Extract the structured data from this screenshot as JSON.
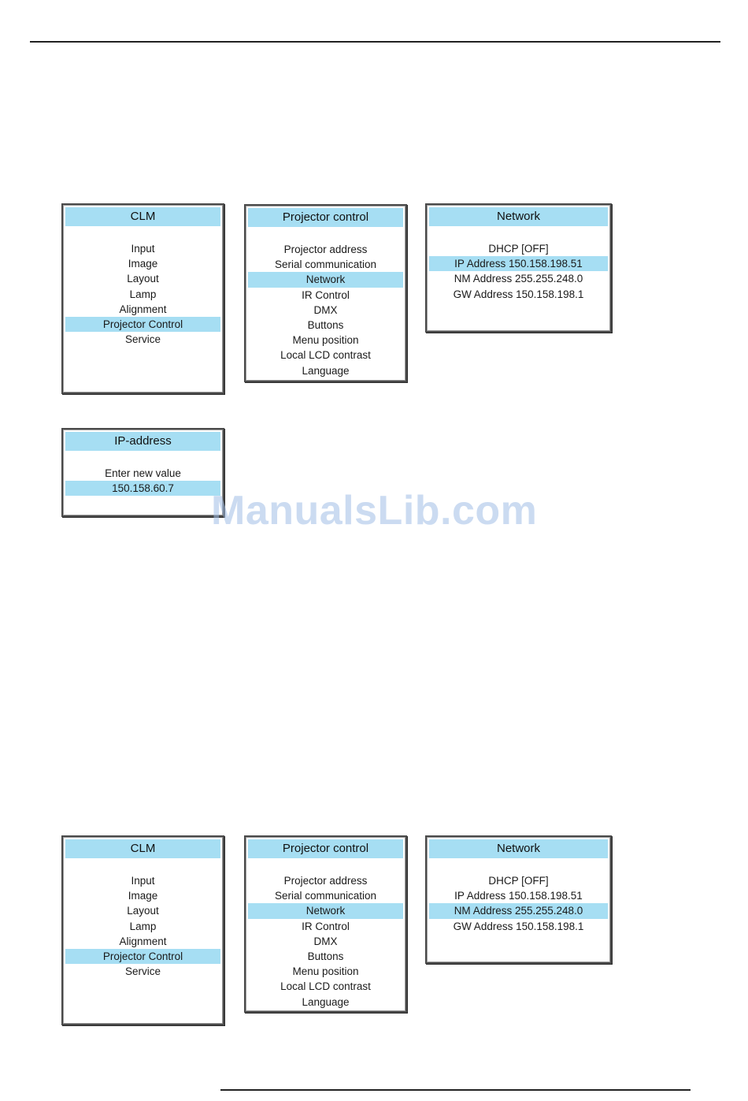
{
  "watermark": "ManualsLib.com",
  "menus": {
    "clm1": {
      "title": "CLM",
      "items": [
        "Input",
        "Image",
        "Layout",
        "Lamp",
        "Alignment",
        "Projector Control",
        "Service"
      ],
      "selected": "Projector Control"
    },
    "pc1": {
      "title": "Projector control",
      "items": [
        "Projector address",
        "Serial communication",
        "Network",
        "IR Control",
        "DMX",
        "Buttons",
        "Menu position",
        "Local LCD contrast",
        "Language"
      ],
      "selected": "Network"
    },
    "net1": {
      "title": "Network",
      "items": [
        "DHCP [OFF]",
        "IP Address 150.158.198.51",
        "NM Address 255.255.248.0",
        "GW Address 150.158.198.1"
      ],
      "selected": "IP Address 150.158.198.51"
    },
    "ip": {
      "title": "IP-address",
      "items": [
        "Enter new value",
        "150.158.60.7"
      ],
      "selected": "150.158.60.7"
    },
    "clm2": {
      "title": "CLM",
      "items": [
        "Input",
        "Image",
        "Layout",
        "Lamp",
        "Alignment",
        "Projector Control",
        "Service"
      ],
      "selected": "Projector Control"
    },
    "pc2": {
      "title": "Projector control",
      "items": [
        "Projector address",
        "Serial communication",
        "Network",
        "IR Control",
        "DMX",
        "Buttons",
        "Menu position",
        "Local LCD contrast",
        "Language"
      ],
      "selected": "Network"
    },
    "net2": {
      "title": "Network",
      "items": [
        "DHCP [OFF]",
        "IP Address 150.158.198.51",
        "NM Address 255.255.248.0",
        "GW Address 150.158.198.1"
      ],
      "selected": "NM Address 255.255.248.0"
    }
  }
}
